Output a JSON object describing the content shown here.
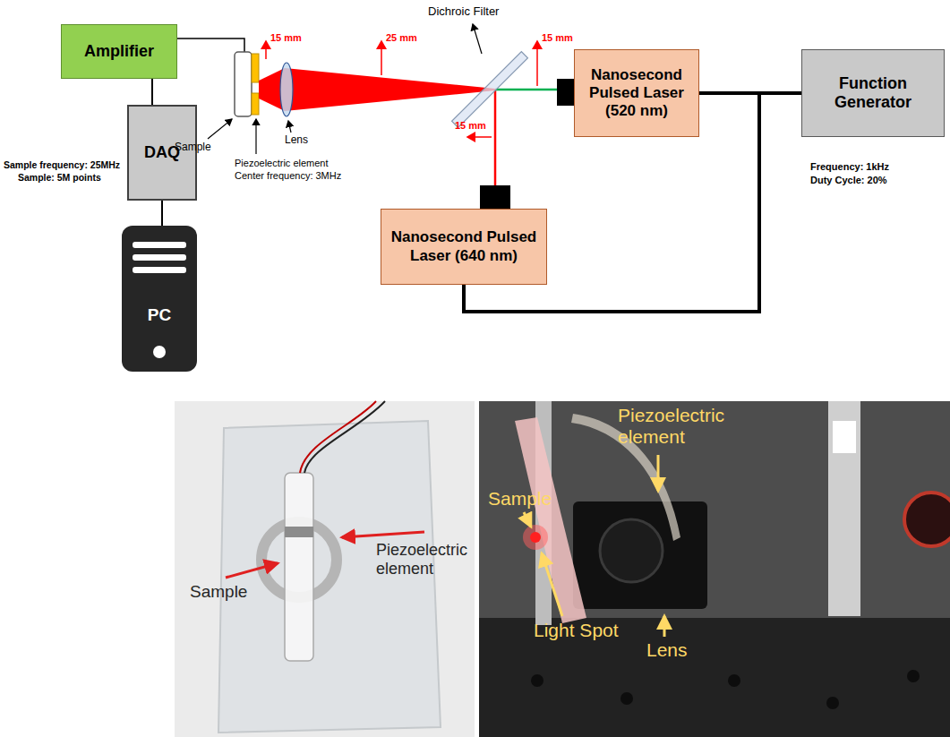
{
  "diagram": {
    "nodes": [
      {
        "text": [
          "Amplifier"
        ]
      },
      {
        "text": [
          "DAQ"
        ]
      },
      {
        "text": [
          "PC"
        ]
      },
      {
        "text": [
          "Nanosecond Pulsed Laser (520 nm)"
        ]
      },
      {
        "text": [
          "Nanosecond Pulsed Laser (640 nm)"
        ]
      },
      {
        "text": [
          "Function Generator"
        ]
      }
    ],
    "edges": [
      {
        "from": 0,
        "to": 1,
        "arrow": "none"
      },
      {
        "from": 1,
        "to": 2,
        "arrow": "none"
      },
      {
        "from": 5,
        "to": 3,
        "arrow": "none"
      },
      {
        "from": 5,
        "to": 4,
        "arrow": "none"
      }
    ],
    "labels": [
      "15 mm",
      "25 mm",
      "15 mm",
      "15 mm",
      "Dichroic Filter",
      "Sample frequency: 25MHz",
      "Sample: 5M points",
      "Frequency: 1kHz",
      "Duty Cycle: 20%",
      "Sample",
      "Piezoelectric element",
      "Center frequency: 3MHz",
      "Lens",
      "Piezoelectric element",
      "Sample",
      "Piezoelectric element",
      "Sample",
      "Light Spot",
      "Lens"
    ]
  }
}
